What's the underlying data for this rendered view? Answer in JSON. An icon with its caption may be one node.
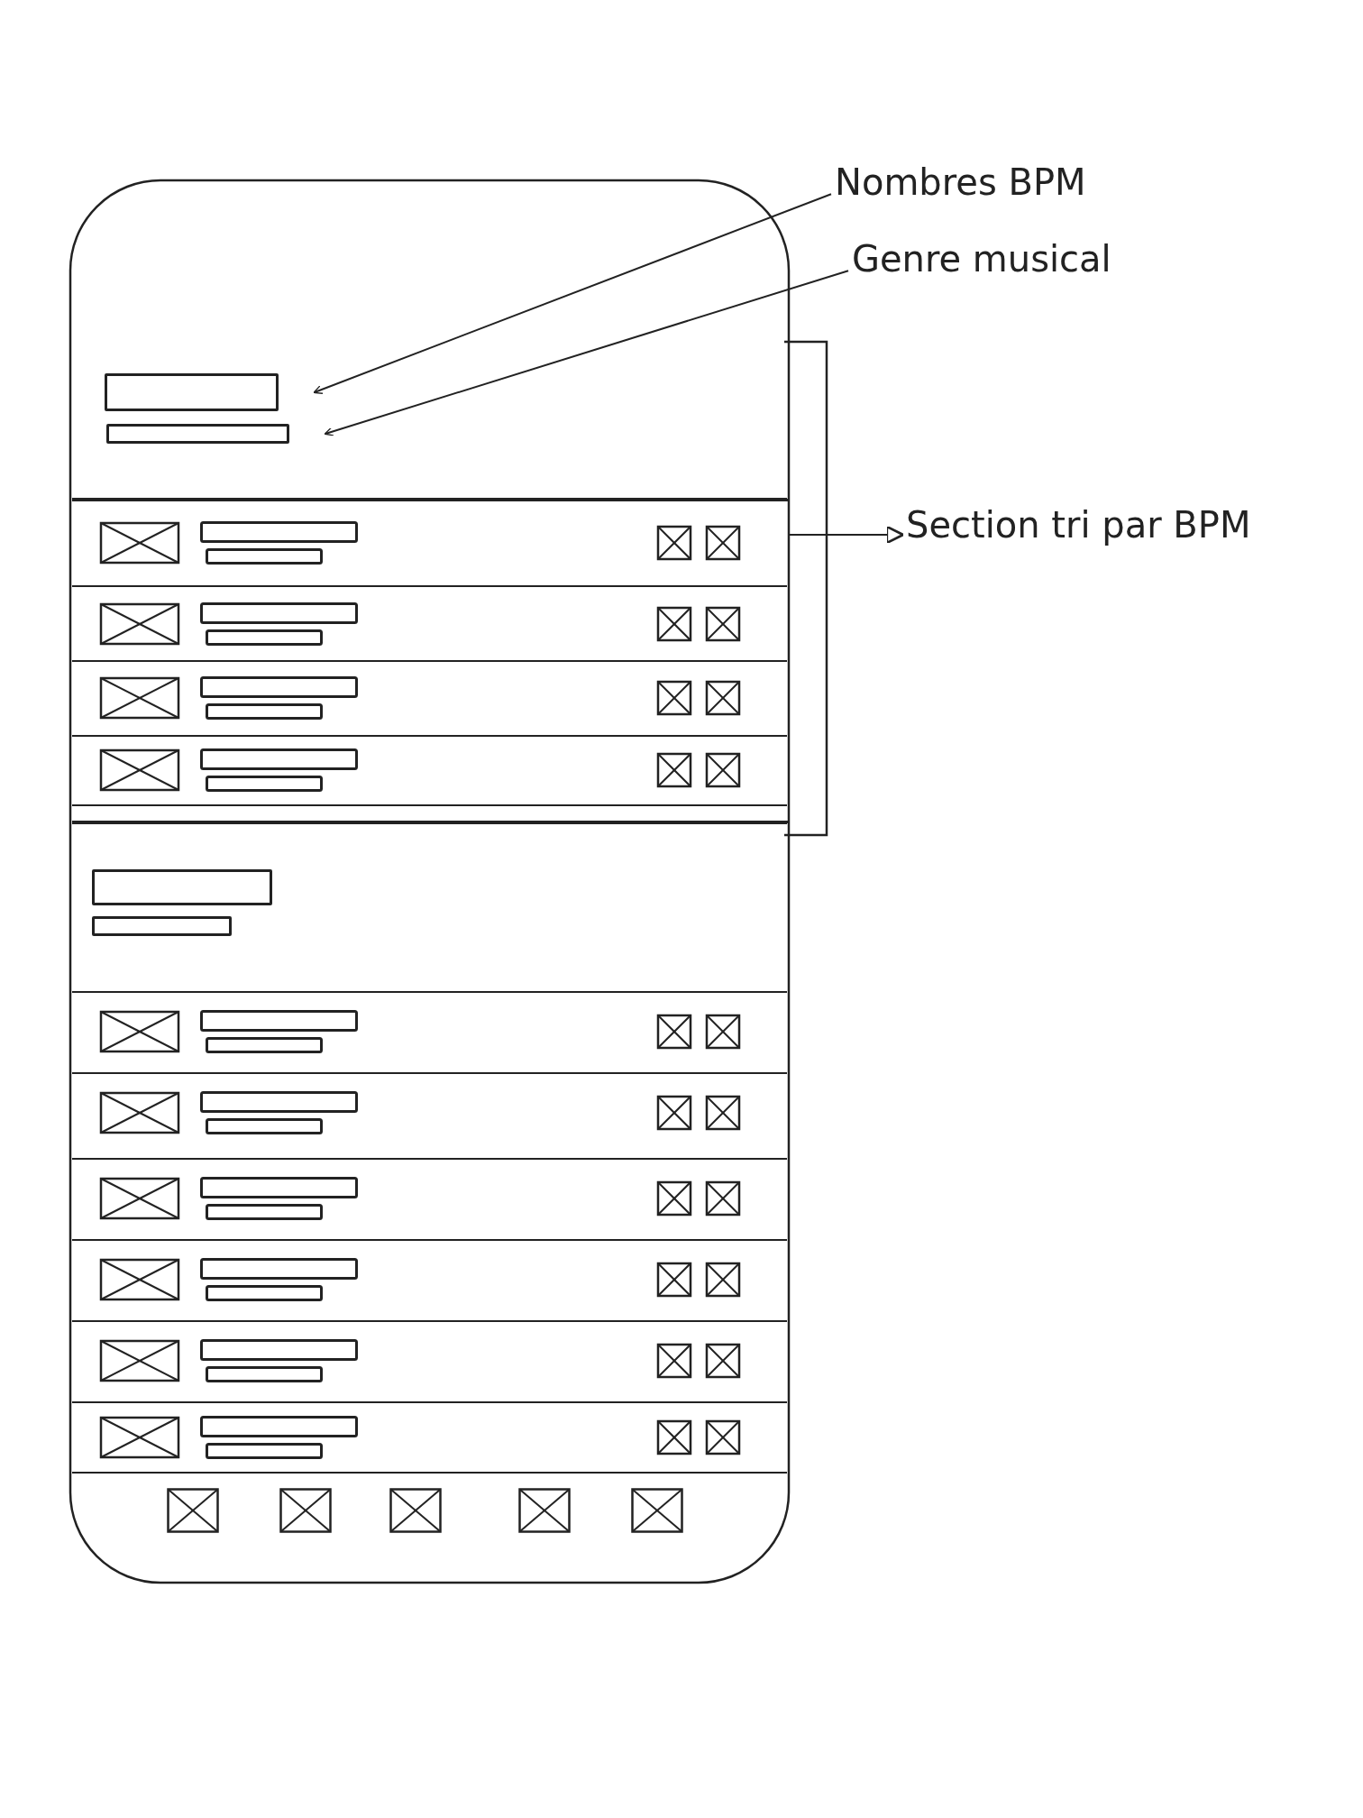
{
  "diagram": {
    "nodes": [
      {
        "text": [
          "Nombres BPM"
        ]
      },
      {
        "text": [
          "Genre musical"
        ]
      },
      {
        "text": [
          "Section tri par BPM"
        ]
      },
      {
        "text": [],
        "shape": "bar"
      },
      {
        "text": [],
        "shape": "bar"
      },
      {
        "text": [],
        "shape": "box"
      },
      {
        "text": [],
        "shape": "bar"
      },
      {
        "text": [],
        "shape": "bar"
      }
    ],
    "edges": [
      {
        "from": 0,
        "to": 3,
        "arrow": "to"
      },
      {
        "from": 1,
        "to": 4,
        "arrow": "to"
      },
      {
        "from": 5,
        "to": 2,
        "arrow": "to"
      }
    ]
  }
}
